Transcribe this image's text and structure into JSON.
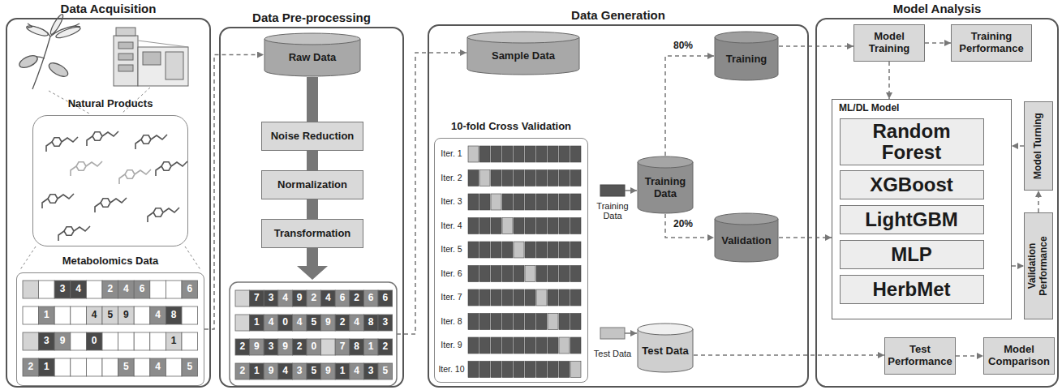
{
  "diagram": {
    "nodes": [
      {
        "text": [
          "Data Acquisition"
        ]
      },
      {
        "text": [
          "Natural Products"
        ],
        "in": 0
      },
      {
        "text": [
          "Metabolomics Data"
        ],
        "in": 0
      },
      {
        "text": [
          "Data Pre-processing"
        ]
      },
      {
        "text": [
          "Raw Data"
        ],
        "in": 3
      },
      {
        "text": [
          "Noise Reduction"
        ],
        "in": 3
      },
      {
        "text": [
          "Normalization"
        ],
        "in": 3
      },
      {
        "text": [
          "Transformation"
        ],
        "in": 3
      },
      {
        "text": [
          "Data Generation"
        ]
      },
      {
        "text": [
          "Sample Data"
        ],
        "in": 8
      },
      {
        "text": [
          "10-fold Cross Validation"
        ],
        "in": 8
      },
      {
        "text": [
          "Training Data"
        ],
        "in": 8
      },
      {
        "text": [
          "Training"
        ],
        "in": 8
      },
      {
        "text": [
          "Validation"
        ],
        "in": 8
      },
      {
        "text": [
          "Test Data"
        ],
        "in": 8
      },
      {
        "text": [
          "Model Analysis"
        ]
      },
      {
        "text": [
          "Model Training"
        ],
        "in": 15
      },
      {
        "text": [
          "Training Performance"
        ],
        "in": 15
      },
      {
        "text": [
          "ML/DL Model"
        ],
        "in": 15
      },
      {
        "text": [
          "Random Forest"
        ],
        "in": 18
      },
      {
        "text": [
          "XGBoost"
        ],
        "in": 18
      },
      {
        "text": [
          "LightGBM"
        ],
        "in": 18
      },
      {
        "text": [
          "MLP"
        ],
        "in": 18
      },
      {
        "text": [
          "HerbMet"
        ],
        "in": 18
      },
      {
        "text": [
          "Model Turning"
        ],
        "in": 15
      },
      {
        "text": [
          "Validation Performance"
        ],
        "in": 15
      },
      {
        "text": [
          "Test Performance"
        ],
        "in": 15
      },
      {
        "text": [
          "Model Comparison"
        ],
        "in": 15
      }
    ],
    "edges": [
      {
        "from": 2,
        "to": 4,
        "arrow": "to"
      },
      {
        "from": 4,
        "to": 5,
        "arrow": "none"
      },
      {
        "from": 5,
        "to": 6,
        "arrow": "none"
      },
      {
        "from": 6,
        "to": 7,
        "arrow": "none"
      },
      {
        "from": 11,
        "to": 12,
        "label": "80%",
        "arrow": "to"
      },
      {
        "from": 11,
        "to": 13,
        "label": "20%",
        "arrow": "to"
      },
      {
        "from": 12,
        "to": 16,
        "arrow": "to"
      },
      {
        "from": 16,
        "to": 17,
        "arrow": "to"
      },
      {
        "from": 16,
        "to": 18,
        "arrow": "to"
      },
      {
        "from": 13,
        "to": 18,
        "arrow": "to"
      },
      {
        "from": 18,
        "to": 25,
        "arrow": "to"
      },
      {
        "from": 25,
        "to": 24,
        "arrow": "to"
      },
      {
        "from": 24,
        "to": 18,
        "arrow": "to"
      },
      {
        "from": 14,
        "to": 26,
        "arrow": "to"
      },
      {
        "from": 26,
        "to": 27,
        "arrow": "to"
      }
    ],
    "labels": [
      "3",
      "4",
      "2",
      "4",
      "6",
      "6",
      "1",
      "4",
      "5",
      "9",
      "4",
      "8",
      "3",
      "9",
      "0",
      "1",
      "2",
      "1",
      "5",
      "4",
      "5",
      "7",
      "3",
      "4",
      "9",
      "2",
      "4",
      "6",
      "2",
      "6",
      "6",
      "1",
      "4",
      "0",
      "4",
      "5",
      "9",
      "2",
      "4",
      "8",
      "3",
      "2",
      "9",
      "3",
      "9",
      "2",
      "0",
      "7",
      "8",
      "1",
      "2",
      "2",
      "1",
      "9",
      "4",
      "3",
      "5",
      "9",
      "1",
      "4",
      "3",
      "5",
      "Iter. 1",
      "Iter. 2",
      "Iter. 3",
      "Iter. 4",
      "Iter. 5",
      "Iter. 6",
      "Iter. 7",
      "Iter. 8",
      "Iter. 9",
      "Iter. 10",
      "Training Data",
      "Test Data"
    ]
  }
}
